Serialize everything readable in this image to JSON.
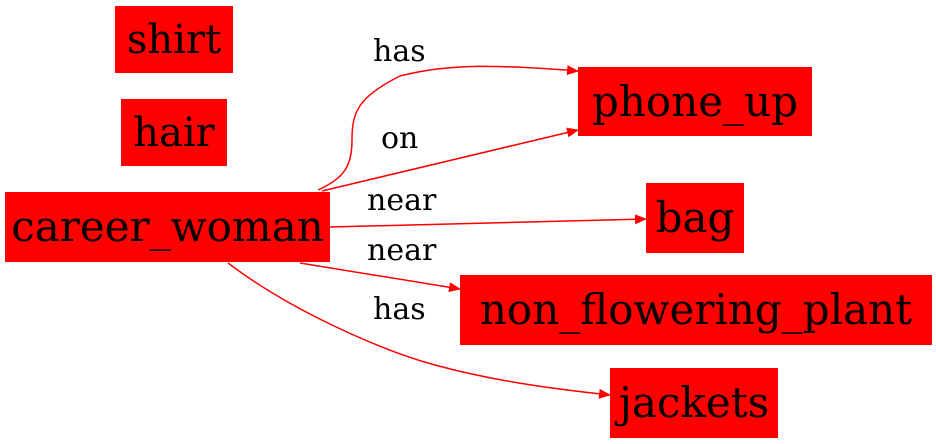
{
  "colors": {
    "node_fill": "#ff0000",
    "edge": "#ff0000",
    "text": "#000000",
    "background": "#ffffff"
  },
  "nodes": {
    "shirt": "shirt",
    "hair": "hair",
    "career_woman": "career_woman",
    "phone_up": "phone_up",
    "bag": "bag",
    "non_flowering_plant": "non_flowering_plant",
    "jackets": "jackets"
  },
  "edges": [
    {
      "from": "career_woman",
      "to": "phone_up",
      "label": "has"
    },
    {
      "from": "career_woman",
      "to": "phone_up",
      "label": "on"
    },
    {
      "from": "career_woman",
      "to": "bag",
      "label": "near"
    },
    {
      "from": "career_woman",
      "to": "non_flowering_plant",
      "label": "near"
    },
    {
      "from": "career_woman",
      "to": "jackets",
      "label": "has"
    }
  ]
}
